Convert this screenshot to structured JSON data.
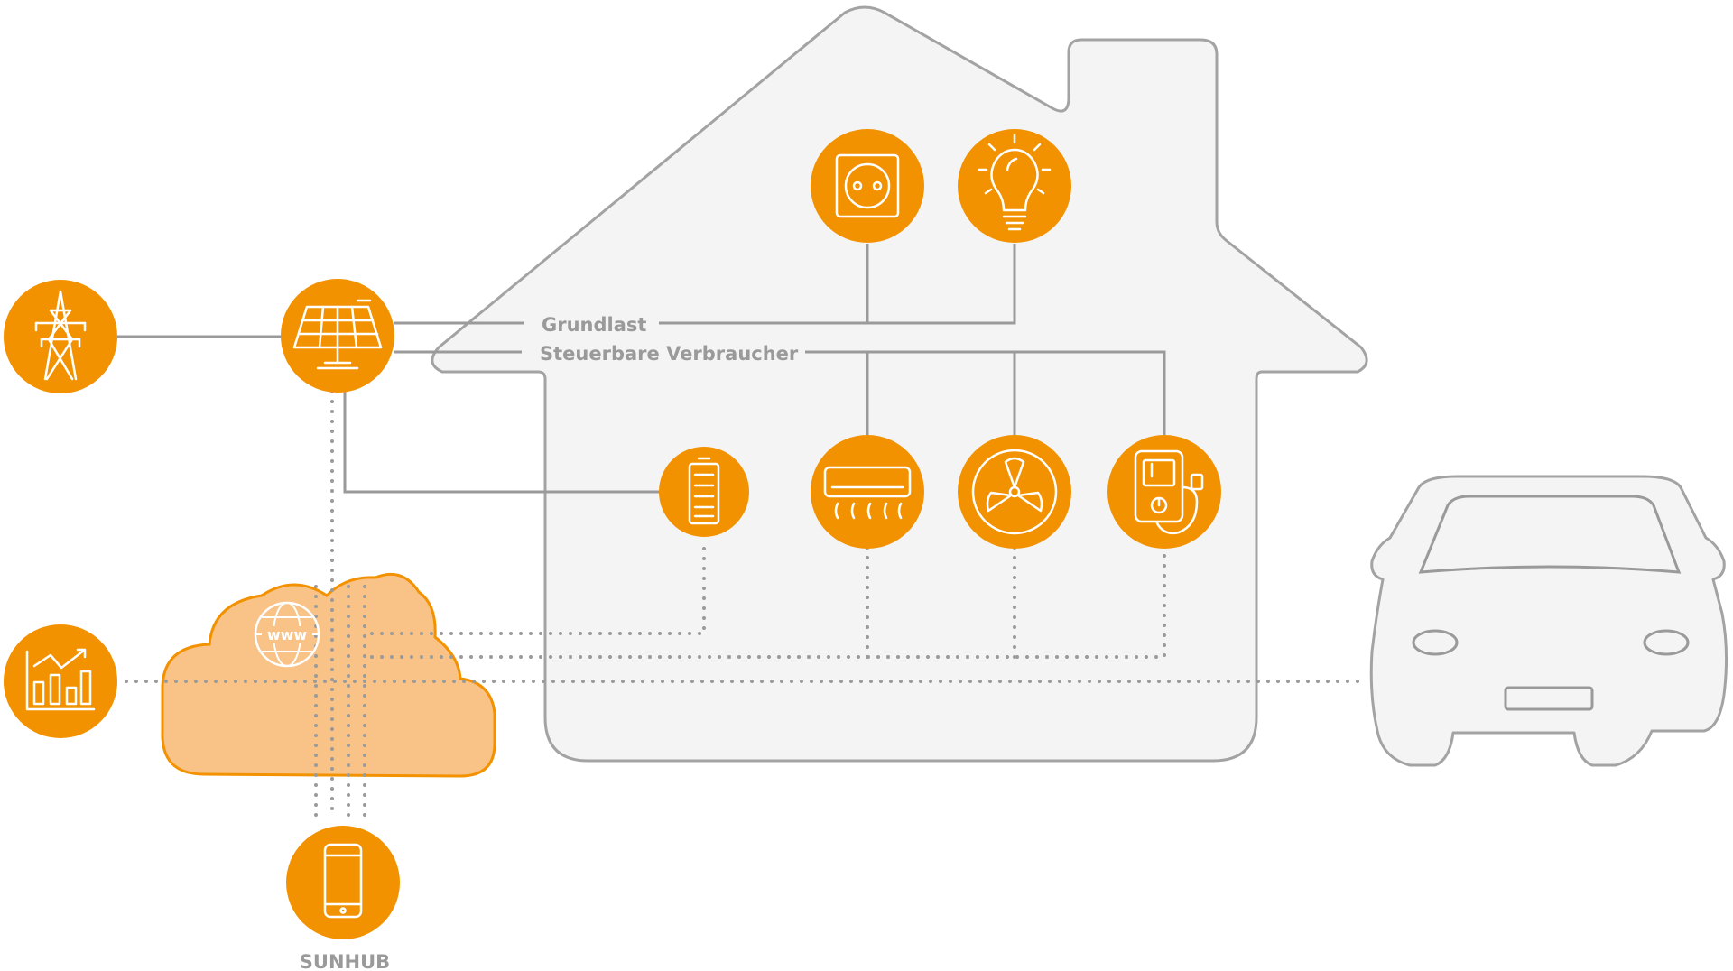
{
  "labels": {
    "base_load": "Grundlast",
    "controllable_loads": "Steuerbare Verbraucher",
    "hub": "SUNHUB",
    "web": "www"
  },
  "colors": {
    "accent": "#f39200",
    "cloud_fill": "#f9c287",
    "line": "#9a9a9a",
    "house_fill": "#f4f4f4"
  },
  "icons": [
    "power-pylon-icon",
    "solar-panel-icon",
    "analytics-chart-icon",
    "smartphone-icon",
    "power-socket-icon",
    "light-bulb-icon",
    "battery-icon",
    "air-conditioner-icon",
    "fan-icon",
    "wallbox-charger-icon",
    "globe-www-icon",
    "car-icon"
  ]
}
